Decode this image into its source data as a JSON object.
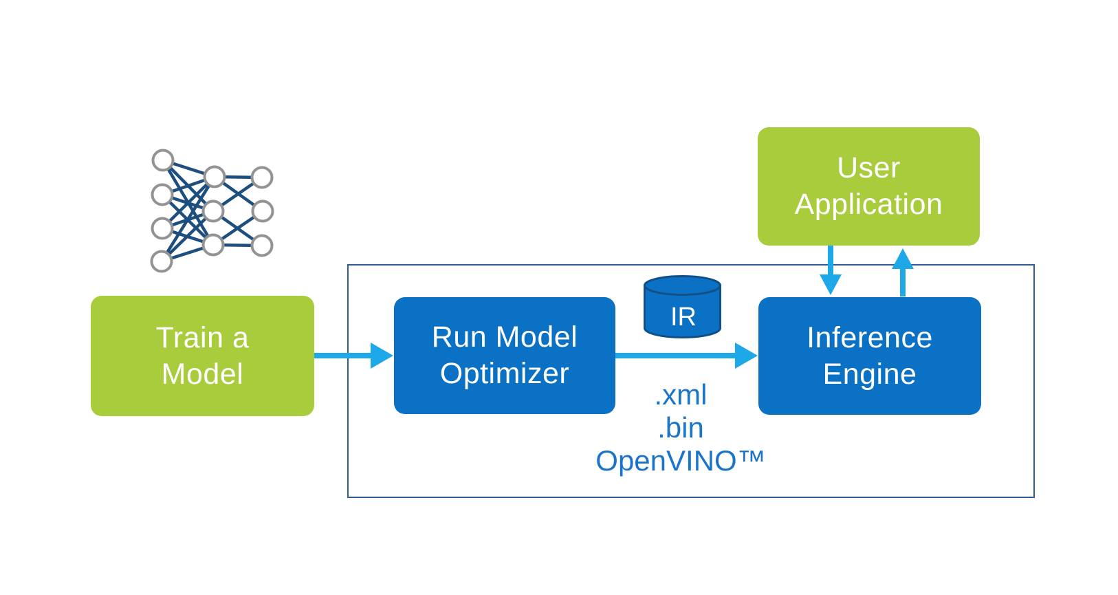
{
  "title": "OpenVINO workflow diagram",
  "colors": {
    "green": "#A9CC3D",
    "blue": "#0A71C5",
    "arrow": "#1FA8E8",
    "border": "#2F5B97",
    "nn_line": "#1D4E7E",
    "nn_node_stroke": "#939393",
    "text_blue": "#1B74C8",
    "box_text": "#FFFFFF",
    "background": "#FFFFFF"
  },
  "icons": {
    "neural_network": "neural-network-graph",
    "ir_database": "database-cylinder",
    "flow_arrow": "light-blue-arrow"
  },
  "boxes": {
    "train": {
      "label": "Train a\nModel"
    },
    "optimizer": {
      "label": "Run Model\nOptimizer"
    },
    "engine": {
      "label": "Inference\nEngine"
    },
    "user_app": {
      "label": "User\nApplication"
    }
  },
  "ir": {
    "label": "IR"
  },
  "formats": {
    "text": ".xml\n.bin\nOpenVINO™"
  }
}
